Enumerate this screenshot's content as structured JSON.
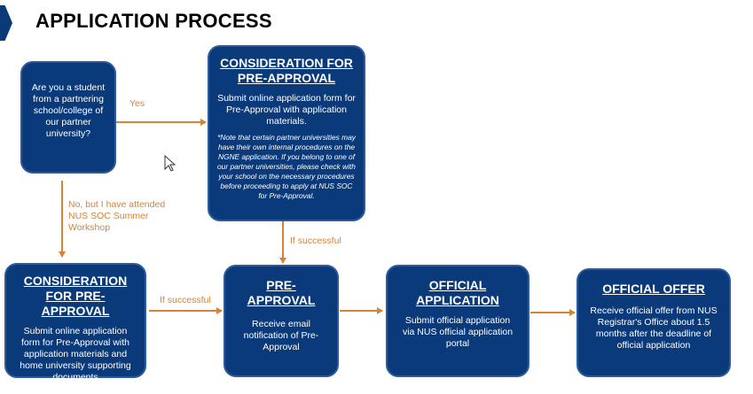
{
  "header": {
    "title": "APPLICATION PROCESS"
  },
  "nodes": {
    "question": {
      "text": "Are you a student from a partnering school/college of our partner university?"
    },
    "consideration_top": {
      "title": "CONSIDERATION FOR PRE-APPROVAL",
      "text": "Submit online application form for Pre-Approval with application materials.",
      "note": "*Note that certain partner universities may have their own internal procedures on the NGNE application. If you belong to one of our partner universities, please check with your school on the necessary procedures before proceeding to apply at NUS SOC for Pre-Approval."
    },
    "consideration_bottom": {
      "title": "CONSIDERATION FOR PRE-APPROVAL",
      "text": "Submit online application form for Pre-Approval with application materials and home university supporting documents"
    },
    "pre_approval": {
      "title": "PRE-APPROVAL",
      "text": "Receive email notification of Pre-Approval"
    },
    "official_application": {
      "title": "OFFICIAL APPLICATION",
      "text": "Submit official application via NUS official application portal"
    },
    "official_offer": {
      "title": "OFFICIAL OFFER",
      "text": "Receive official offer from NUS Registrar's Office about 1.5 months after the deadline of official application"
    }
  },
  "edges": {
    "yes": "Yes",
    "no": "No, but I have attended NUS SOC Summer Workshop",
    "if_successful_top": "If successful",
    "if_successful_left": "If successful"
  },
  "colors": {
    "box": "#0a3a7a",
    "arrow": "#d78236"
  },
  "icons": {
    "cursor": "mouse-pointer-icon"
  }
}
